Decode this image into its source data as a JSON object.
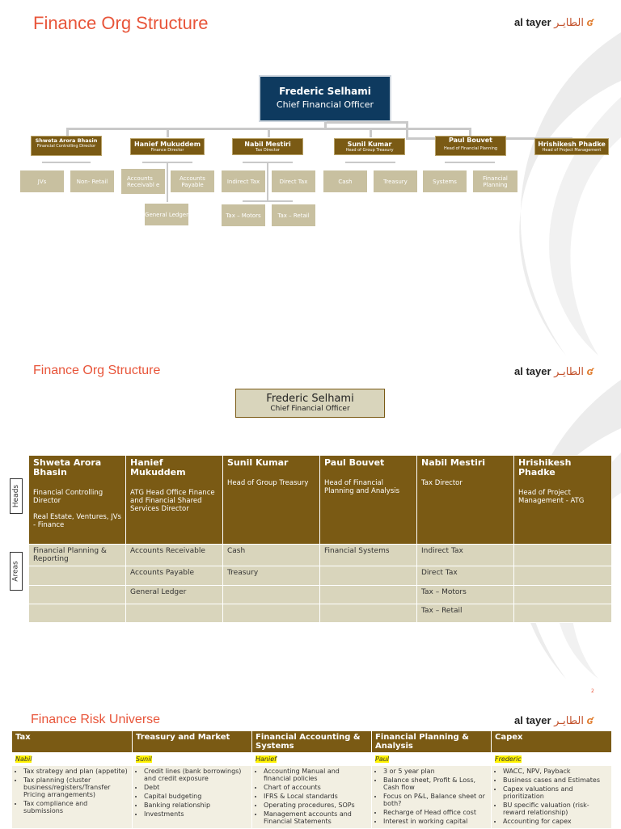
{
  "brand": {
    "latin": "al tayer",
    "arabic": "الطايـر"
  },
  "slide1": {
    "title": "Finance Org Structure",
    "cfo": {
      "name": "Frederic Selhami",
      "role": "Chief Financial Officer"
    },
    "directors": [
      {
        "name": "Shweta Arora Bhasin",
        "role": "Financial Controlling Director",
        "subs": [
          "JVs",
          "Non- Retail"
        ]
      },
      {
        "name": "Hanief Mukuddem",
        "role": "Finance Director",
        "subs": [
          "Accounts Receivabl e",
          "Accounts Payable",
          "General Ledger"
        ]
      },
      {
        "name": "Nabil Mestiri",
        "role": "Tax Director",
        "subs": [
          "Indirect Tax",
          "Direct Tax",
          "Tax – Motors",
          "Tax – Retail"
        ]
      },
      {
        "name": "Sunil Kumar",
        "role": "Head of Group Treasury",
        "subs": [
          "Cash",
          "Treasury"
        ]
      },
      {
        "name": "Paul Bouvet",
        "role": "Head of Financial Planning",
        "subs": [
          "Systems",
          "Financial Planning"
        ]
      },
      {
        "name": "Hrishikesh Phadke",
        "role": "Head of Project Management",
        "subs": []
      }
    ]
  },
  "slide2": {
    "title": "Finance Org Structure",
    "cfo": {
      "name": "Frederic Selhami",
      "role": "Chief Financial Officer"
    },
    "label_heads": "Heads",
    "label_areas": "Areas",
    "heads": [
      {
        "name": "Shweta Arora Bhasin",
        "role": "Financial Controlling Director\n\nReal Estate, Ventures, JVs - Finance"
      },
      {
        "name": "Hanief Mukuddem",
        "role": "ATG Head Office Finance and Financial Shared Services Director"
      },
      {
        "name": "Sunil Kumar",
        "role": "Head of Group Treasury"
      },
      {
        "name": "Paul Bouvet",
        "role": "Head of Financial Planning and Analysis"
      },
      {
        "name": "Nabil Mestiri",
        "role": "Tax Director"
      },
      {
        "name": "Hrishikesh Phadke",
        "role": "Head of Project Management - ATG"
      }
    ],
    "area_rows": [
      [
        "Financial Planning & Reporting",
        "Accounts Receivable",
        "Cash",
        "Financial Systems",
        "Indirect Tax",
        ""
      ],
      [
        "",
        "Accounts Payable",
        "Treasury",
        "",
        "Direct Tax",
        ""
      ],
      [
        "",
        "General Ledger",
        "",
        "",
        "Tax – Motors",
        ""
      ],
      [
        "",
        "",
        "",
        "",
        "Tax – Retail",
        ""
      ]
    ],
    "page_number": "2"
  },
  "slide3": {
    "title": "Finance Risk Universe",
    "columns": [
      {
        "header": "Tax",
        "owner": "Nabil",
        "items": [
          "Tax strategy and plan (appetite)",
          "Tax planning (cluster business/registers/Transfer Pricing arrangements)",
          "Tax compliance and submissions"
        ]
      },
      {
        "header": "Treasury and Market",
        "owner": "Sunil",
        "items": [
          "Credit lines (bank borrowings) and credit exposure",
          "Debt",
          "Capital budgeting",
          "Banking relationship",
          "Investments"
        ]
      },
      {
        "header": "Financial Accounting & Systems",
        "owner": "Hanief",
        "items": [
          "Accounting Manual and financial policies",
          "Chart of accounts",
          "IFRS & Local standards",
          "Operating procedures, SOPs",
          "Management accounts and Financial Statements"
        ]
      },
      {
        "header": "Financial Planning & Analysis",
        "owner": "Paul",
        "items": [
          "3 or 5 year plan",
          "Balance sheet, Profit & Loss, Cash flow",
          "Focus on P&L, Balance sheet or both?",
          "Recharge of Head office cost",
          "Interest in working capital"
        ]
      },
      {
        "header": "Capex",
        "owner": "Frederic",
        "items": [
          "WACC, NPV, Payback",
          "Business cases and Estimates",
          "Capex valuations and prioritization",
          "BU specific valuation (risk-reward relationship)",
          "Accounting for capex"
        ]
      }
    ]
  }
}
